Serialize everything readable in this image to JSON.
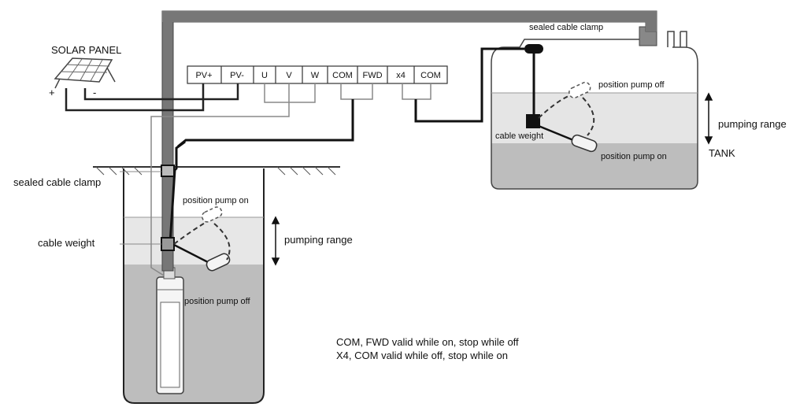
{
  "solar_panel": {
    "label": "SOLAR PANEL",
    "plus": "+",
    "minus": "-"
  },
  "terminals": [
    "PV+",
    "PV-",
    "U",
    "V",
    "W",
    "COM",
    "FWD",
    "x4",
    "COM"
  ],
  "well": {
    "sealed_clamp": "sealed cable clamp",
    "cable_weight": "cable weight",
    "pos_on": "position pump on",
    "pos_off": "position pump off",
    "pumping_range": "pumping range"
  },
  "tank": {
    "label": "TANK",
    "sealed_clamp": "sealed cable clamp",
    "cable_weight": "cable weight",
    "pos_off": "position pump off",
    "pos_on": "position pump on",
    "pumping_range": "pumping range"
  },
  "notes": [
    "COM, FWD valid while on, stop while off",
    "X4, COM valid while off, stop while on"
  ]
}
